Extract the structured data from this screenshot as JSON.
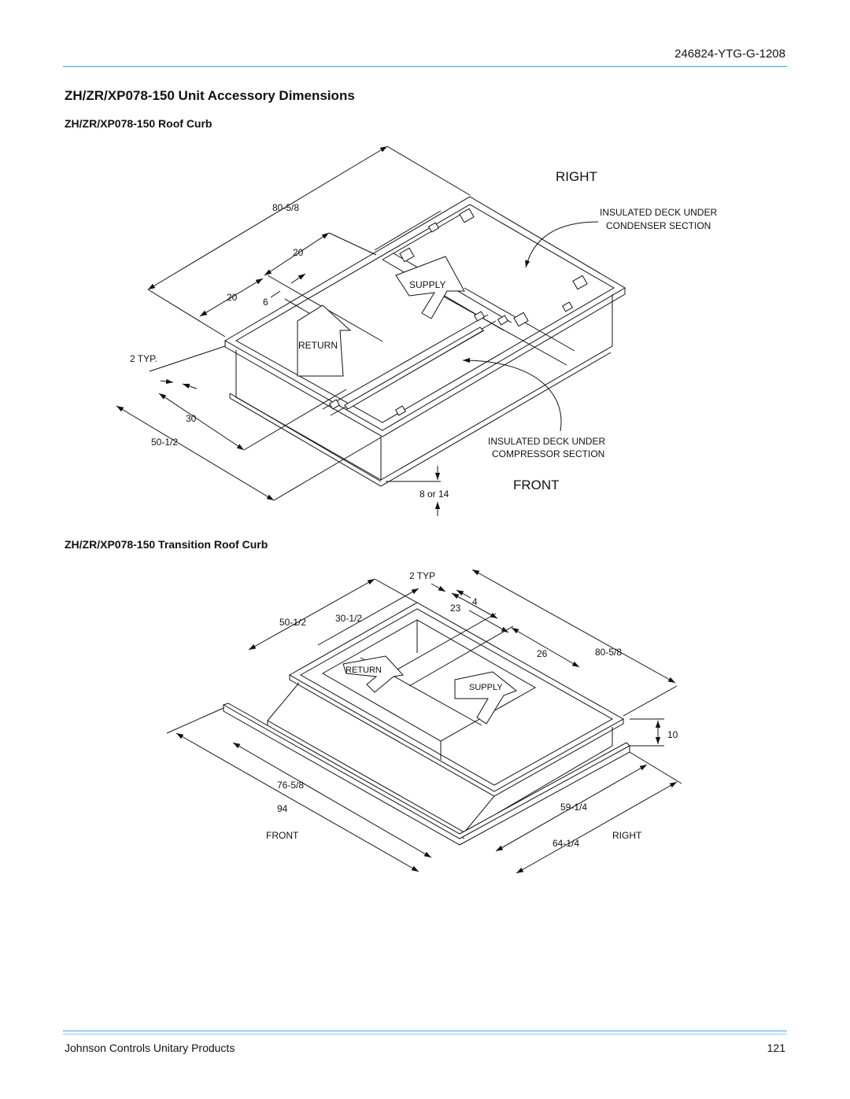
{
  "header": {
    "doc_id": "246824-YTG-G-1208"
  },
  "section": {
    "title": "ZH/ZR/XP078-150 Unit Accessory Dimensions"
  },
  "roof_curb": {
    "title": "ZH/ZR/XP078-150 Roof Curb",
    "labels": {
      "right": "RIGHT",
      "front": "FRONT",
      "deck_condenser_1": "INSULATED DECK UNDER",
      "deck_condenser_2": "CONDENSER SECTION",
      "deck_compressor_1": "INSULATED DECK UNDER",
      "deck_compressor_2": "COMPRESSOR SECTION",
      "supply": "SUPPLY",
      "return": "RETURN"
    },
    "dims": {
      "length": "80-5/8",
      "d20a": "20",
      "d20b": "20",
      "d6": "6",
      "typ": "2 TYP.",
      "d30": "30",
      "width": "50-1/2",
      "height": "8 or 14"
    }
  },
  "transition_curb": {
    "title": "ZH/ZR/XP078-150 Transition Roof Curb",
    "labels": {
      "return": "RETURN",
      "supply": "SUPPLY",
      "front": "FRONT",
      "right": "RIGHT"
    },
    "dims": {
      "typ": "2 TYP",
      "d4": "4",
      "d23": "23",
      "w1": "50-1/2",
      "w2": "30-1/2",
      "d26": "26",
      "length": "80-5/8",
      "h10": "10",
      "l1": "76-5/8",
      "l2": "94",
      "w3": "59-1/4",
      "w4": "64-1/4"
    }
  },
  "footer": {
    "company": "Johnson Controls Unitary Products",
    "page": "121"
  }
}
